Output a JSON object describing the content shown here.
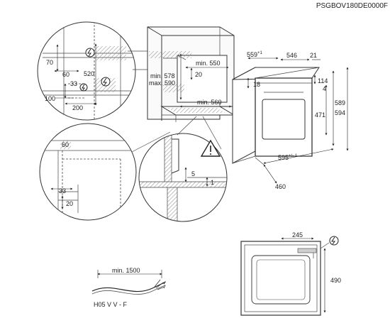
{
  "code": "PSGBOV180DE0000F",
  "colors": {
    "line": "#333333",
    "hatch": "#c9c9c9",
    "cabinet": "#f3f3f3"
  },
  "icons": [
    "power-plug-icon",
    "warning-triangle-icon"
  ],
  "detail_top": {
    "d70": "70",
    "d60": "60",
    "d520": "520",
    "d33": "33",
    "d100": "100",
    "d200": "200"
  },
  "detail_mid": {
    "d60": "60",
    "d33": "33",
    "d20": "20"
  },
  "cabinet": {
    "min578": "min. 578",
    "max590": "max. 590",
    "min550": "min. 550",
    "d20": "20",
    "min560": "min. 560"
  },
  "gap_detail": {
    "d5": "5",
    "d1": "1"
  },
  "oven": {
    "d559": "559",
    "d559_sup": "+1",
    "d546": "546",
    "d21": "21",
    "d18": "18",
    "d114": "114",
    "d4": "4",
    "d589": "589",
    "d594": "594",
    "d471": "471",
    "d595": "595",
    "d595_sup": "+/- 1",
    "d460": "460"
  },
  "rear": {
    "d245": "245",
    "d490": "490"
  },
  "cable": {
    "min1500": "min. 1500",
    "type": "H05 V V - F"
  }
}
